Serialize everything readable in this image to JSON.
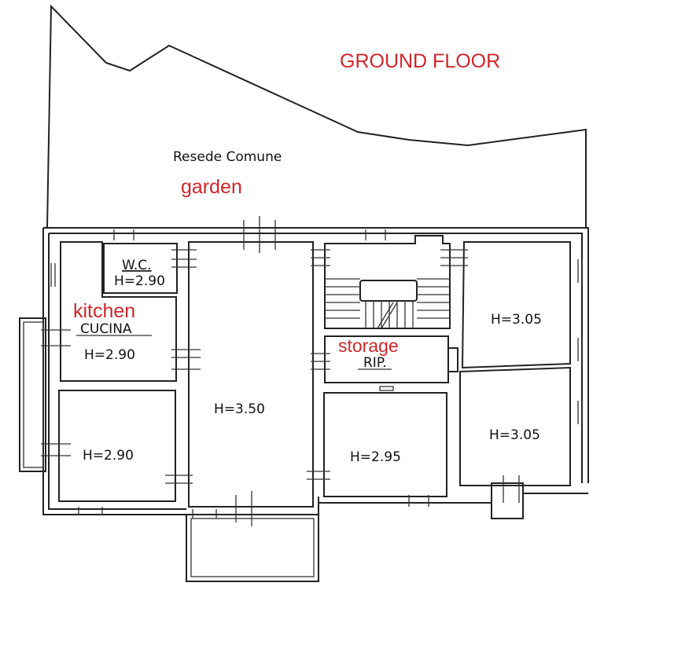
{
  "title": "GROUND FLOOR",
  "colors": {
    "annotation": "#d0262a",
    "lines": "#222222"
  },
  "garden": {
    "label_it": "Resede Comune",
    "label_en": "garden"
  },
  "rooms": {
    "wc": {
      "label": "W.C.",
      "height": "H=2.90"
    },
    "kitchen": {
      "label_en": "kitchen",
      "label_it": "CUCINA",
      "height": "H=2.90"
    },
    "bottom_left": {
      "height": "H=2.90"
    },
    "central": {
      "height": "H=3.50"
    },
    "storage": {
      "label_en": "storage",
      "label_it": "RIP.",
      "height": ""
    },
    "center_bottom": {
      "height": "H=2.95"
    },
    "right_top": {
      "height": "H=3.05"
    },
    "right_bottom": {
      "height": "H=3.05"
    }
  }
}
